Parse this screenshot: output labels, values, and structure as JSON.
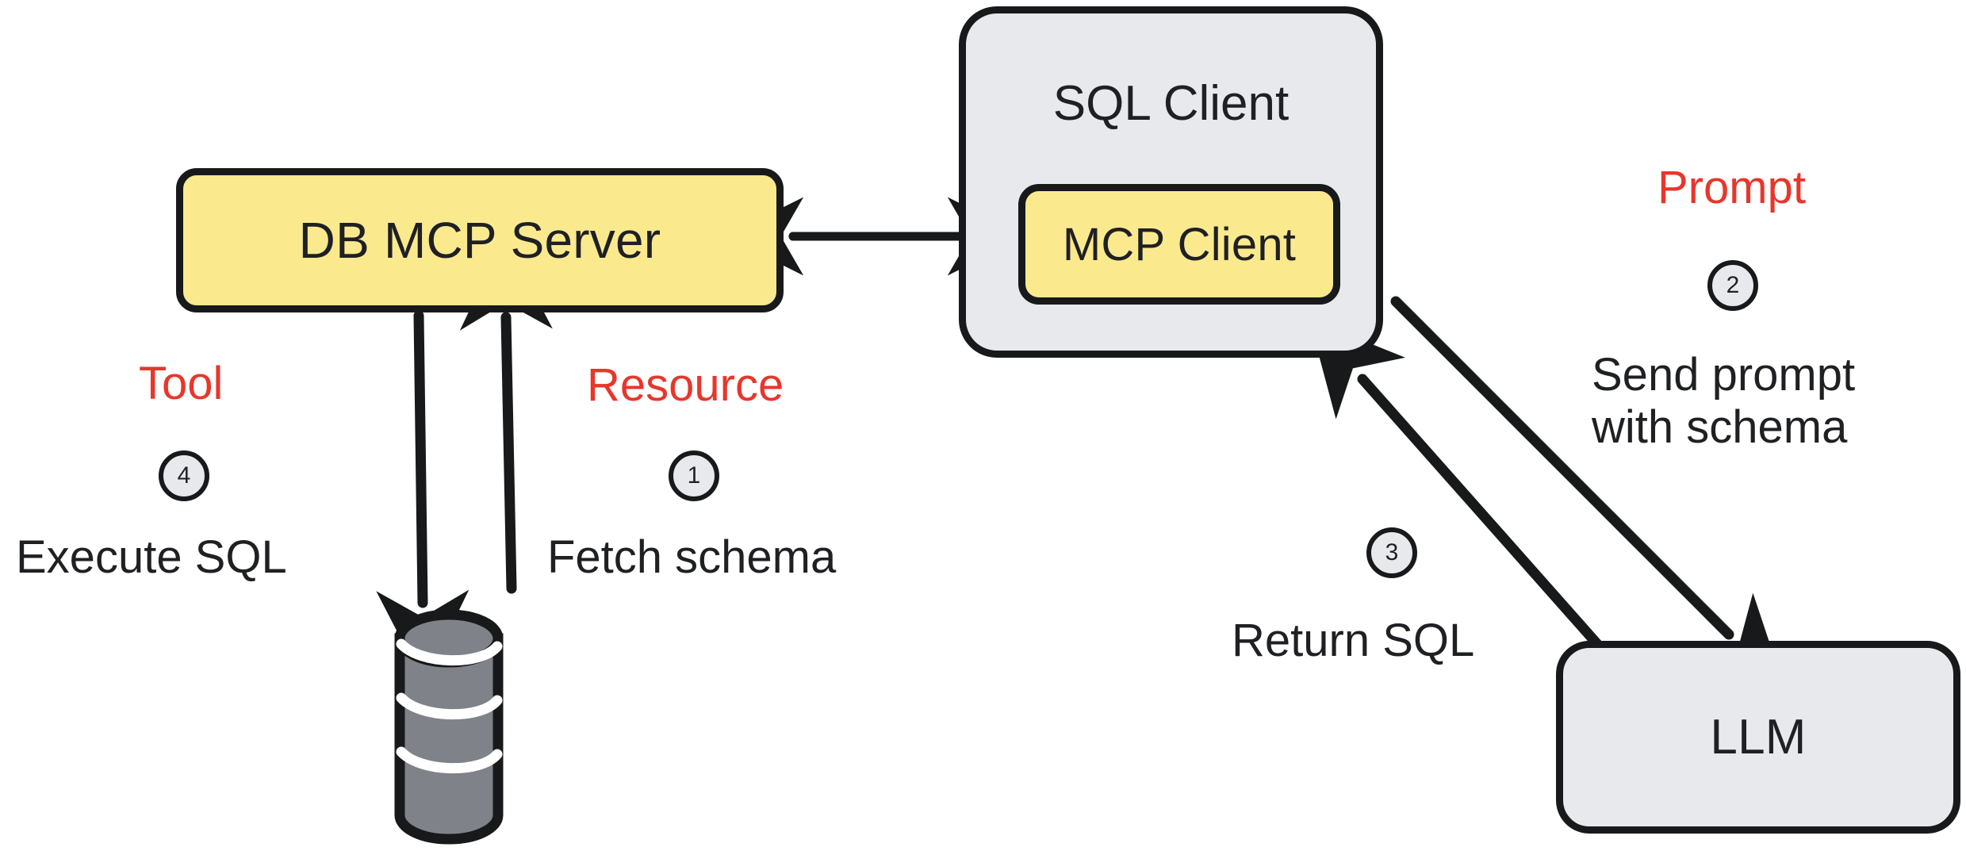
{
  "diagram": {
    "title": "SQL Client MCP architecture flow",
    "colors": {
      "accent_yellow": "#FBE98E",
      "accent_gray": "#E8E9ED",
      "stroke_black": "#18191B",
      "label_red": "#E8362B",
      "db_cylinder_fill": "#7F8389"
    },
    "nodes": {
      "db_mcp_server": {
        "label": "DB MCP Server"
      },
      "sql_client": {
        "label": "SQL Client"
      },
      "mcp_client": {
        "label": "MCP Client"
      },
      "llm": {
        "label": "LLM"
      },
      "database": {
        "label": "database-cylinder"
      }
    },
    "steps": [
      {
        "number": "1",
        "category": "Resource",
        "action": "Fetch schema"
      },
      {
        "number": "2",
        "category": "Prompt",
        "action_line1": "Send prompt",
        "action_line2": "with schema"
      },
      {
        "number": "3",
        "category": "",
        "action": "Return SQL"
      },
      {
        "number": "4",
        "category": "Tool",
        "action": "Execute SQL"
      }
    ],
    "connections": [
      {
        "name": "mcp-client-to-db-mcp-server",
        "type": "bidirectional"
      },
      {
        "name": "db-mcp-server-to-database",
        "type": "down"
      },
      {
        "name": "database-to-db-mcp-server",
        "type": "up"
      },
      {
        "name": "sql-client-to-llm",
        "type": "down-right"
      },
      {
        "name": "llm-to-sql-client",
        "type": "up-left"
      }
    ]
  }
}
